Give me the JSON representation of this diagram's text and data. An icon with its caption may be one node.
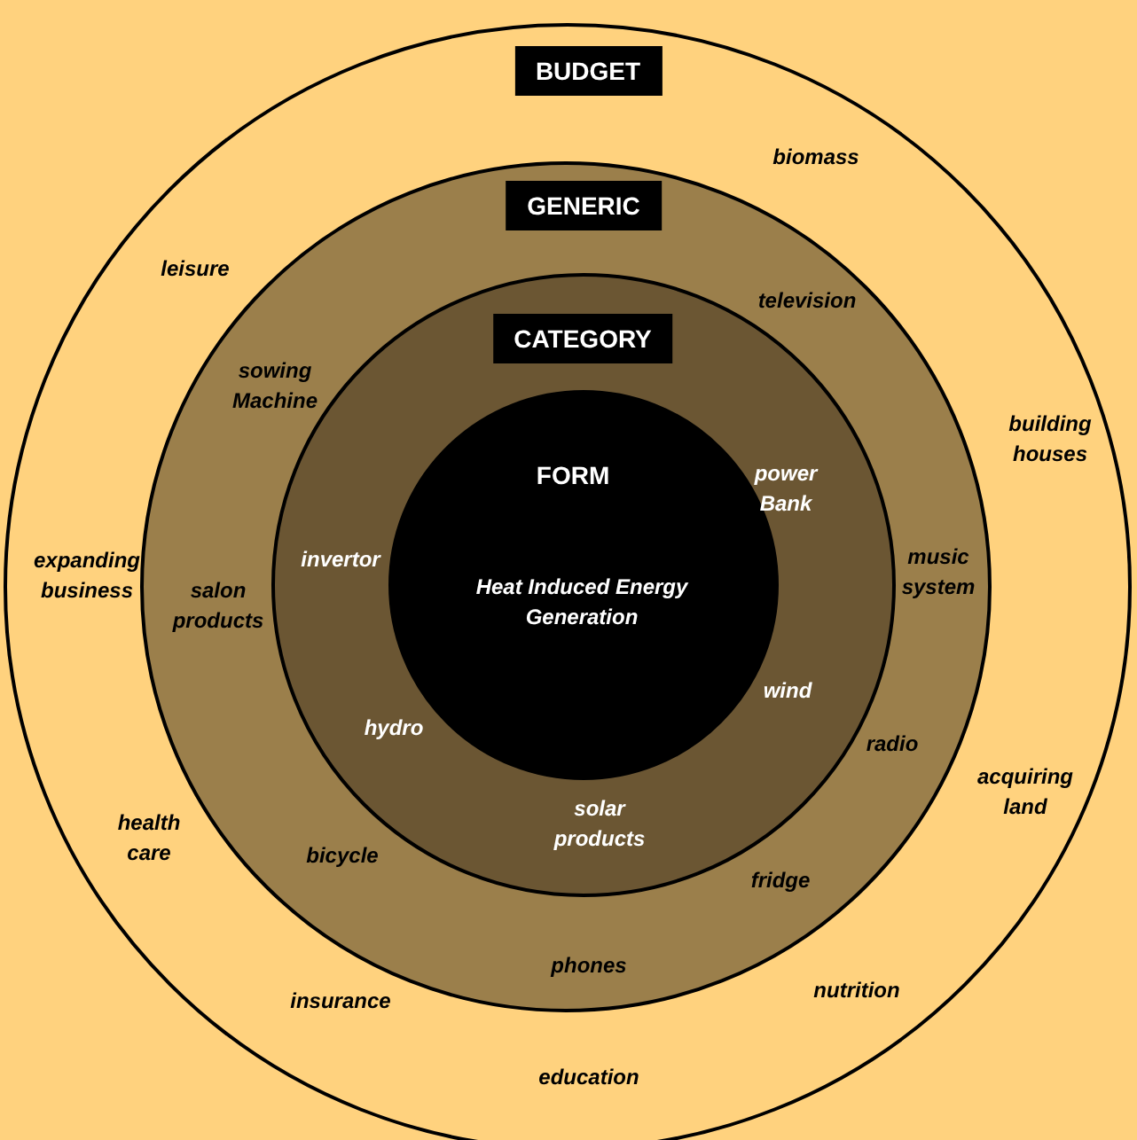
{
  "diagram": {
    "nodes": [
      {
        "text": [
          "BUDGET"
        ]
      },
      {
        "text": [
          "GENERIC"
        ],
        "in": 0
      },
      {
        "text": [
          "CATEGORY"
        ],
        "in": 1
      },
      {
        "text": [
          "FORM",
          "Heat Induced Energy Generation"
        ],
        "in": 2
      }
    ],
    "labels": [
      "biomass",
      "leisure",
      "television",
      "sowing Machine",
      "building houses",
      "power Bank",
      "invertor",
      "music system",
      "expanding business",
      "salon products",
      "wind",
      "hydro",
      "radio",
      "acquiring land",
      "solar products",
      "health care",
      "bicycle",
      "fridge",
      "phones",
      "nutrition",
      "insurance",
      "education"
    ]
  }
}
